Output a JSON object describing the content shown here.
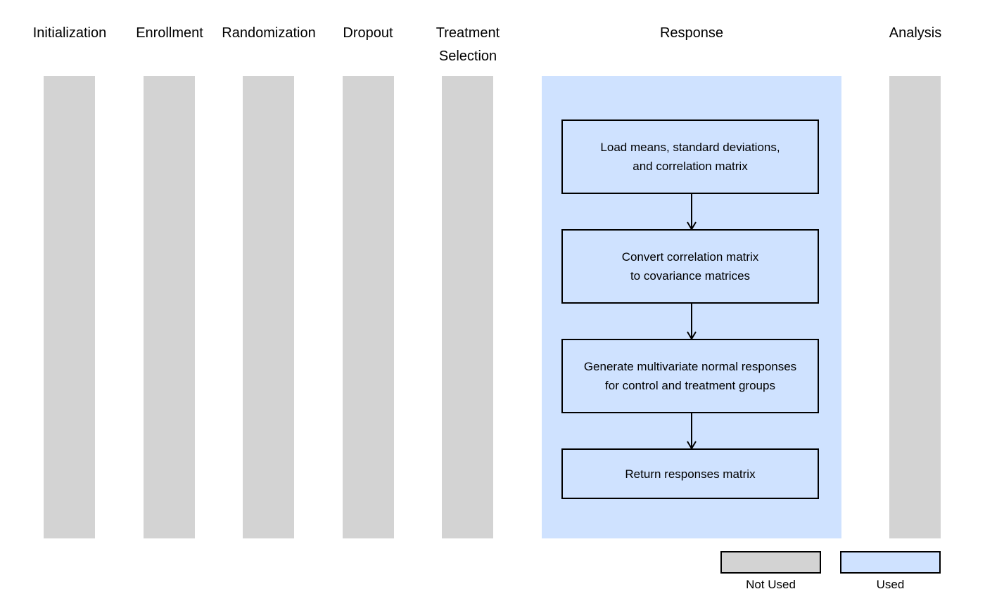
{
  "colors": {
    "unused": "#d3d3d3",
    "used": "#cfe2ff",
    "border": "#000000"
  },
  "columns": [
    {
      "id": "initialization",
      "label": "Initialization",
      "status": "unused"
    },
    {
      "id": "enrollment",
      "label": "Enrollment",
      "status": "unused"
    },
    {
      "id": "randomization",
      "label": "Randomization",
      "status": "unused"
    },
    {
      "id": "dropout",
      "label": "Dropout",
      "status": "unused"
    },
    {
      "id": "treatment-selection",
      "label": "Treatment\nSelection",
      "status": "unused"
    },
    {
      "id": "response",
      "label": "Response",
      "status": "used"
    },
    {
      "id": "analysis",
      "label": "Analysis",
      "status": "unused"
    }
  ],
  "flow": {
    "steps": [
      {
        "id": "load",
        "text": "Load means, standard deviations,\nand correlation matrix"
      },
      {
        "id": "convert",
        "text": "Convert correlation matrix\nto covariance matrices"
      },
      {
        "id": "generate",
        "text": "Generate multivariate normal responses\nfor control and treatment groups"
      },
      {
        "id": "return",
        "text": "Return responses matrix"
      }
    ]
  },
  "legend": {
    "not_used_label": "Not Used",
    "used_label": "Used"
  }
}
